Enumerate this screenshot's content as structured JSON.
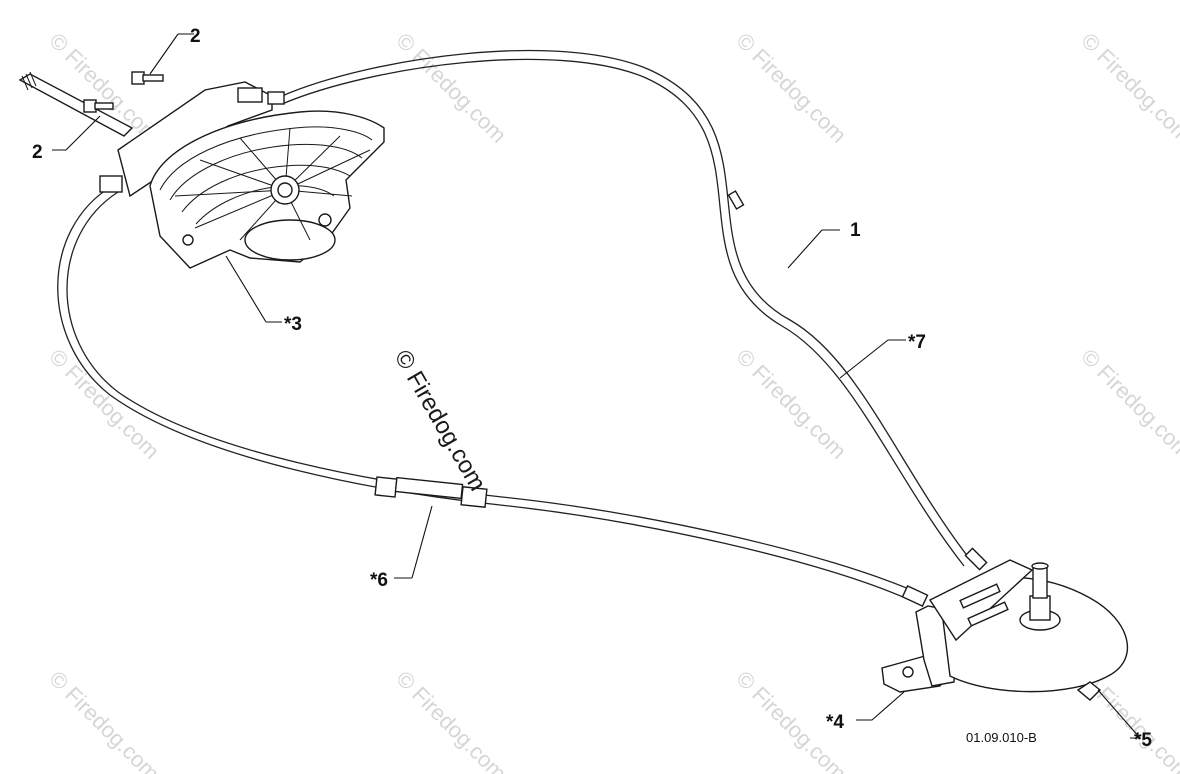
{
  "watermark": {
    "main": "© Firedog.com",
    "tile": "© Firedog.com"
  },
  "callouts": {
    "c1": "1",
    "c2a": "2",
    "c2b": "2",
    "c3": "*3",
    "c4": "*4",
    "c5": "*5",
    "c6": "*6",
    "c7": "*7"
  },
  "figure_code": "01.09.010-B"
}
